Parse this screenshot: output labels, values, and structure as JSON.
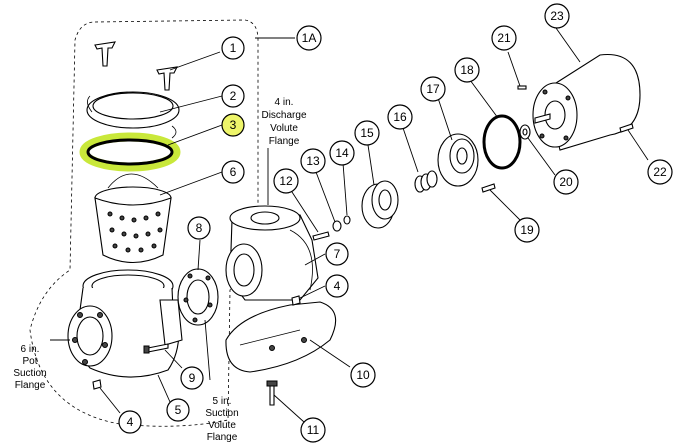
{
  "callouts": [
    {
      "id": "1",
      "highlighted": false
    },
    {
      "id": "1A",
      "highlighted": false
    },
    {
      "id": "2",
      "highlighted": false
    },
    {
      "id": "3",
      "highlighted": true
    },
    {
      "id": "6",
      "highlighted": false
    },
    {
      "id": "8",
      "highlighted": false
    },
    {
      "id": "7",
      "highlighted": false
    },
    {
      "id": "4",
      "highlighted": false
    },
    {
      "id": "9",
      "highlighted": false
    },
    {
      "id": "4",
      "highlighted": false
    },
    {
      "id": "5",
      "highlighted": false
    },
    {
      "id": "10",
      "highlighted": false
    },
    {
      "id": "11",
      "highlighted": false
    },
    {
      "id": "12",
      "highlighted": false
    },
    {
      "id": "13",
      "highlighted": false
    },
    {
      "id": "14",
      "highlighted": false
    },
    {
      "id": "15",
      "highlighted": false
    },
    {
      "id": "16",
      "highlighted": false
    },
    {
      "id": "17",
      "highlighted": false
    },
    {
      "id": "18",
      "highlighted": false
    },
    {
      "id": "19",
      "highlighted": false
    },
    {
      "id": "20",
      "highlighted": false
    },
    {
      "id": "21",
      "highlighted": false
    },
    {
      "id": "22",
      "highlighted": false
    },
    {
      "id": "23",
      "highlighted": false
    }
  ],
  "labels": {
    "discharge": [
      "4 in.",
      "Discharge",
      "Volute",
      "Flange"
    ],
    "pot_suction": [
      "6 in.",
      "Pot",
      "Suction",
      "Flange"
    ],
    "suction_volute": [
      "5 in.",
      "Suction",
      "Volute",
      "Flange"
    ]
  },
  "colors": {
    "highlight": "#eef56a",
    "highlighted_part": "#c9e83a",
    "line": "#000000"
  }
}
